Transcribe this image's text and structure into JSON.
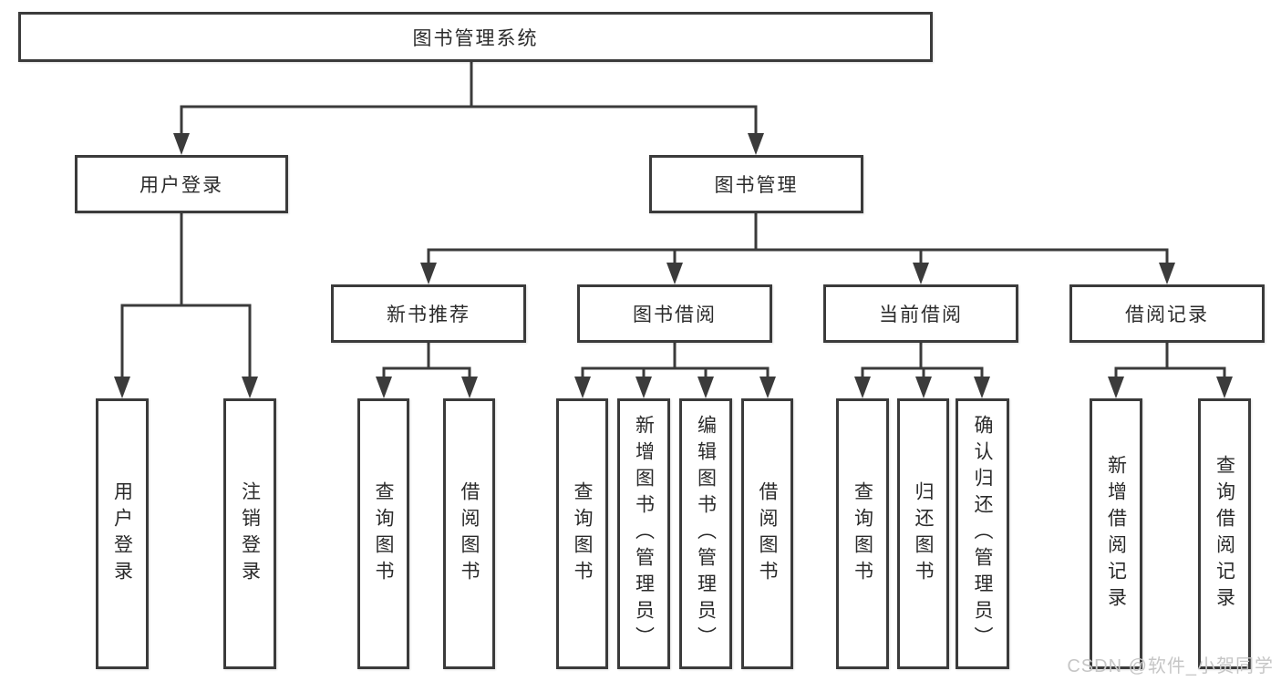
{
  "diagram": {
    "root": "图书管理系统",
    "level2": {
      "user_login": "用户登录",
      "book_mgmt": "图书管理"
    },
    "level3": {
      "new_books": "新书推荐",
      "borrowing": "图书借阅",
      "current": "当前借阅",
      "records": "借阅记录"
    },
    "leaves": {
      "login": [
        "用户登录",
        "注销登录"
      ],
      "new_books": [
        "查询图书",
        "借阅图书"
      ],
      "borrowing": [
        "查询图书",
        "新增图书（管理员）",
        "编辑图书（管理员）",
        "借阅图书"
      ],
      "current": [
        "查询图书",
        "归还图书",
        "确认归还（管理员）"
      ],
      "records": [
        "新增借阅记录",
        "查询借阅记录"
      ]
    }
  },
  "watermark": {
    "text": "CSDN @软件_小贺同学"
  },
  "colors": {
    "line": "#3b3b3b",
    "text": "#2b2b2b",
    "box_bg": "#ffffff",
    "watermark": "#c6c6c6"
  }
}
